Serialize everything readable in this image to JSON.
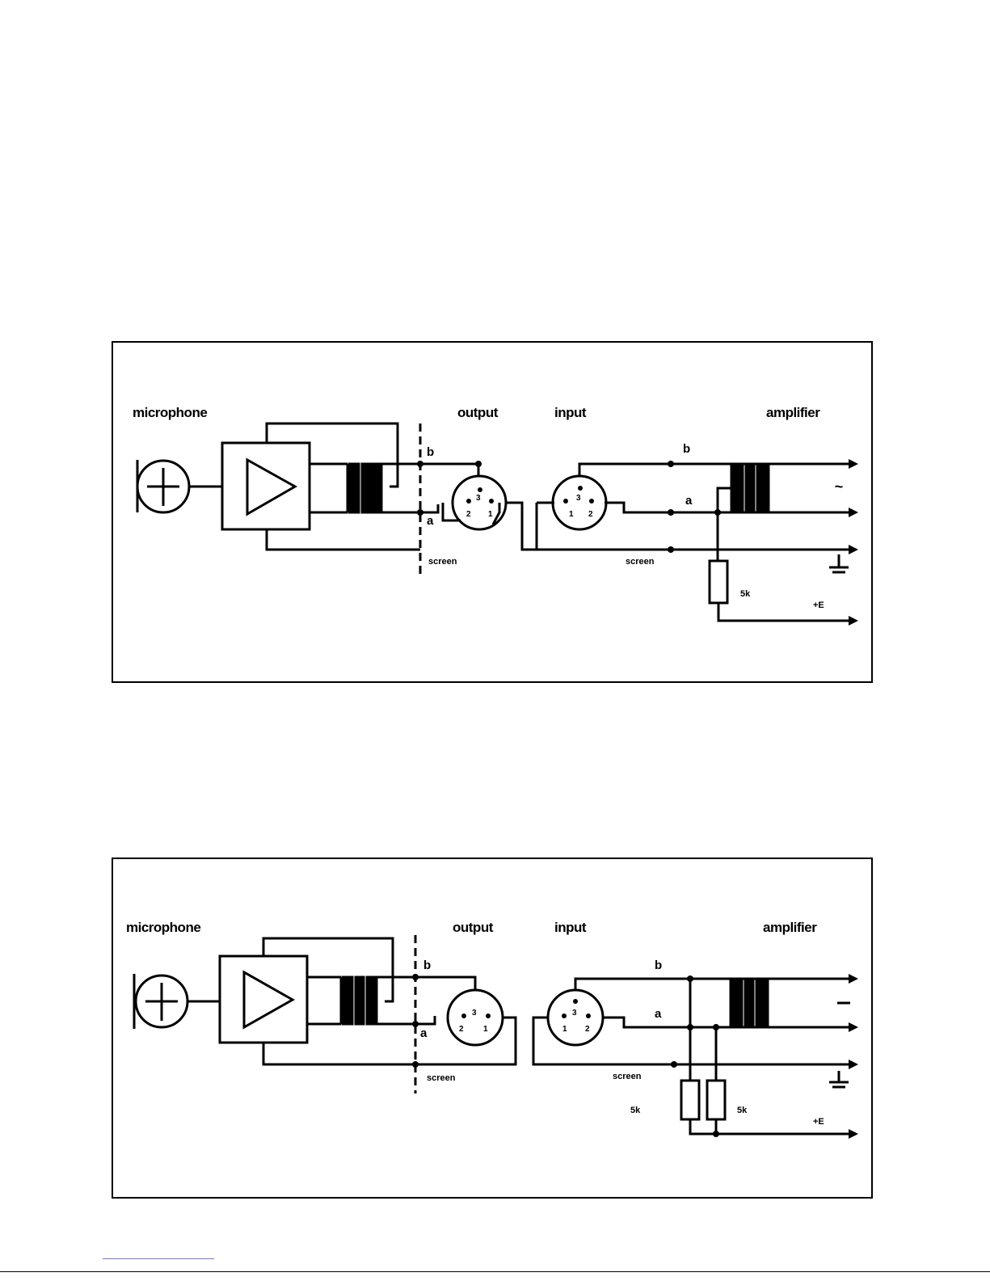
{
  "diagram1": {
    "microphone_label": "microphone",
    "output_label": "output",
    "input_label": "input",
    "amplifier_label": "amplifier",
    "wire_b_left": "b",
    "wire_a_left": "a",
    "wire_b_right": "b",
    "wire_a_right": "a",
    "screen_left": "screen",
    "screen_right": "screen",
    "resistor_label": "5k",
    "supply_label": "+E",
    "out_pins": [
      "1",
      "3",
      "2",
      "1"
    ],
    "in_pins": [
      "3",
      "2",
      "1",
      "2"
    ]
  },
  "diagram2": {
    "microphone_label": "microphone",
    "output_label": "output",
    "input_label": "input",
    "amplifier_label": "amplifier",
    "wire_b_left": "b",
    "wire_a_left": "a",
    "wire_b_right": "b",
    "wire_a_right": "a",
    "screen_left": "screen",
    "screen_right": "screen",
    "resistor_label_1": "5k",
    "resistor_label_2": "5k",
    "supply_label": "+E",
    "out_pins": [
      "3",
      "2",
      "1"
    ],
    "in_pins": [
      "3",
      "1",
      "2"
    ]
  }
}
